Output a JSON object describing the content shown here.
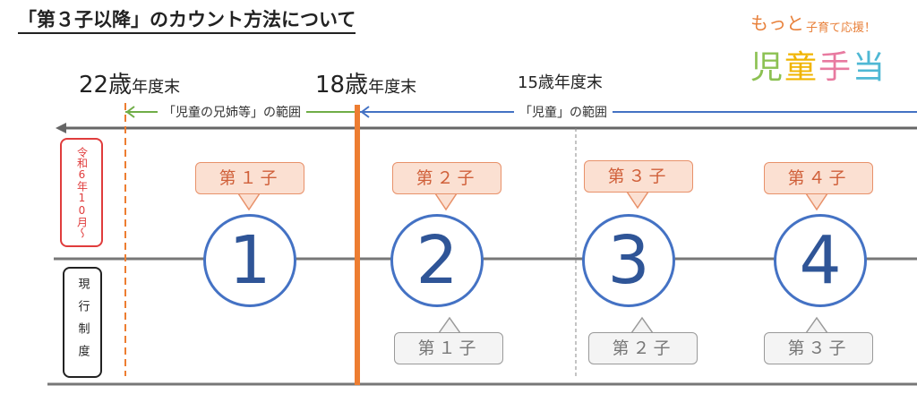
{
  "title": "「第３子以降」のカウント方法について",
  "logo": {
    "top": "もっと",
    "sub": "子育て応援！",
    "main": [
      "児",
      "童",
      "手",
      "当"
    ]
  },
  "ages": [
    {
      "num": "22歳",
      "unit": "年度末"
    },
    {
      "num": "18歳",
      "unit": "年度末"
    },
    {
      "num": "15歳",
      "unit": "年度末"
    }
  ],
  "ranges": {
    "siblings": "「児童の兄姉等」の範囲",
    "children": "「児童」の範囲"
  },
  "rows": {
    "new": "令和6年10月～",
    "current": "現行制度"
  },
  "children": [
    "1",
    "2",
    "3",
    "4"
  ],
  "new_labels": [
    "第１子",
    "第２子",
    "第３子",
    "第４子"
  ],
  "current_labels": [
    "第１子",
    "第２子",
    "第３子"
  ],
  "colors": {
    "orange": "#ed7d31",
    "blue": "#4472c4",
    "green": "#70ad47",
    "red": "#e03c3c"
  }
}
